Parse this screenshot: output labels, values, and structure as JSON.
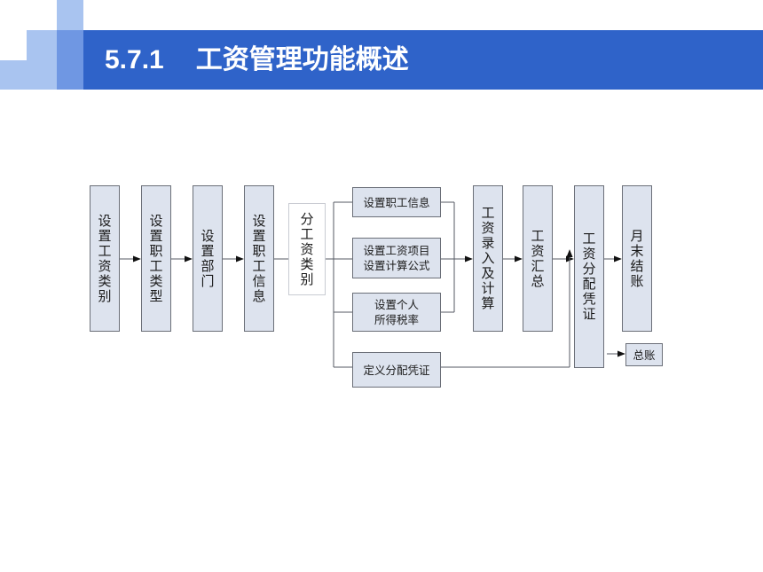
{
  "header": {
    "section_number": "5.7.1",
    "title": "工资管理功能概述"
  },
  "diagram": {
    "steps": [
      {
        "id": "s1",
        "label": "设置工资类别"
      },
      {
        "id": "s2",
        "label": "设置职工类型"
      },
      {
        "id": "s3",
        "label": "设置部门"
      },
      {
        "id": "s4",
        "label": "设置职工信息"
      },
      {
        "id": "s5",
        "label": "分工资类别"
      },
      {
        "id": "b1",
        "label": "设置职工信息"
      },
      {
        "id": "b2",
        "lines": [
          "设置工资项目",
          "设置计算公式"
        ]
      },
      {
        "id": "b3",
        "lines": [
          "设置个人",
          "所得税率"
        ]
      },
      {
        "id": "b4",
        "label": "定义分配凭证"
      },
      {
        "id": "s6",
        "label": "工资录入及计算"
      },
      {
        "id": "s7",
        "label": "工资汇总"
      },
      {
        "id": "s8",
        "label": "工资分配凭证"
      },
      {
        "id": "s9",
        "label": "月末结账"
      },
      {
        "id": "s10",
        "label": "总账"
      }
    ]
  },
  "colors": {
    "title_bar": "#2f63c9",
    "deco_light": "#a9c4f0",
    "deco_mid": "#6f97e3",
    "box_fill": "#dde3ee",
    "box_border": "#6b6f78"
  }
}
